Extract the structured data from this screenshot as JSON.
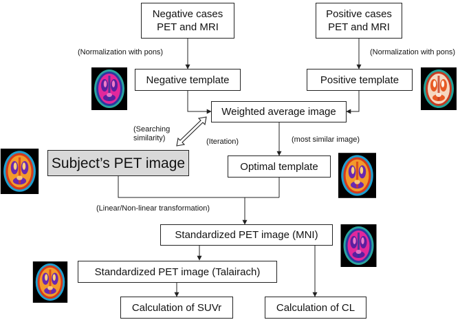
{
  "boxes": {
    "negative_cases": "Negative cases\nPET and MRI",
    "positive_cases": "Positive cases\nPET and MRI",
    "negative_template": "Negative template",
    "positive_template": "Positive template",
    "weighted_average": "Weighted average image",
    "subject_pet": "Subject’s PET image",
    "optimal_template": "Optimal template",
    "standardized_mni": "Standardized PET image (MNI)",
    "standardized_talairach": "Standardized PET image  (Talairach)",
    "calc_suvr": "Calculation of SUVr",
    "calc_cl": "Calculation of CL"
  },
  "labels": {
    "norm_pons_left": "(Normalization with pons)",
    "norm_pons_right": "(Normalization with pons)",
    "searching_similarity": "(Searching\nsimilarity)",
    "iteration": "(Iteration)",
    "most_similar": "(most similar image)",
    "transformation": "(Linear/Non-linear transformation)"
  },
  "brain_images": [
    {
      "id": "negative",
      "palette": "negative"
    },
    {
      "id": "positive",
      "palette": "positive"
    },
    {
      "id": "subject",
      "palette": "mixed"
    },
    {
      "id": "optimal",
      "palette": "mixed"
    },
    {
      "id": "mni",
      "palette": "negative"
    },
    {
      "id": "talairach",
      "palette": "mixed"
    }
  ],
  "colors": {
    "subject_box_fill": "#d9d9d9",
    "line": "#222222",
    "brain_background": "#000000"
  }
}
